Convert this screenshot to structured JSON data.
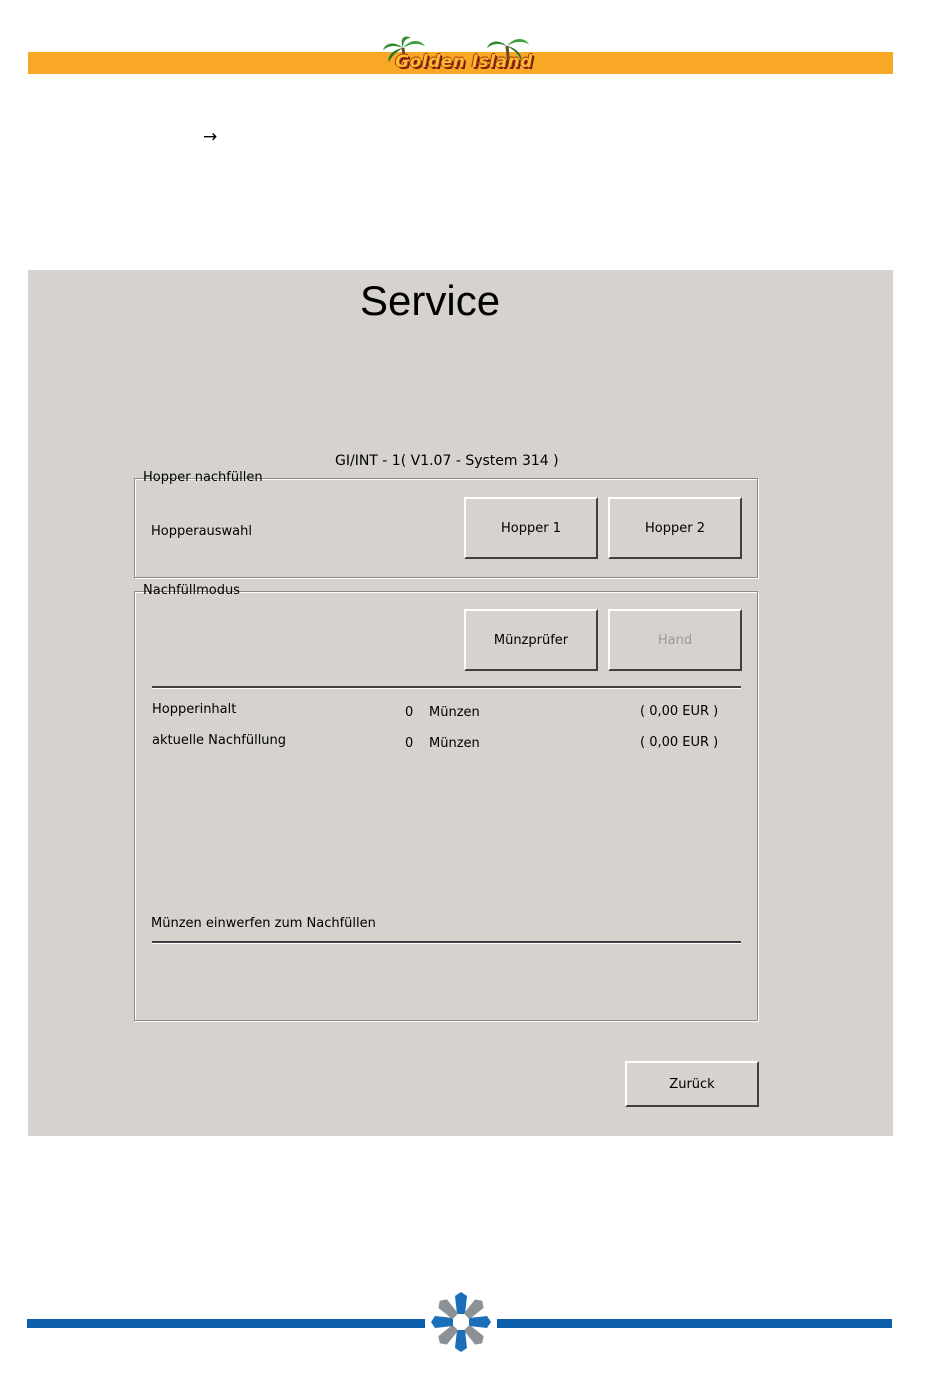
{
  "colors": {
    "header_bar": "#f9a825",
    "panel_bg": "#d6d3ce",
    "footer_bar": "#0b5fab",
    "logo_star_blue": "#1a6fb8",
    "logo_star_gray": "#8c9196"
  },
  "header": {
    "logo_text": "Golden Island",
    "arrow_icon": "arrow-right-icon",
    "arrow_glyph": "→"
  },
  "screen": {
    "title": "Service",
    "version": "GI/INT - 1( V1.07 - System 314 )",
    "hopper_group": {
      "legend": "Hopper nachfüllen",
      "selection_label": "Hopperauswahl",
      "buttons": [
        {
          "label": "Hopper 1",
          "state": "selected"
        },
        {
          "label": "Hopper 2",
          "state": "normal"
        }
      ]
    },
    "mode_group": {
      "legend": "Nachfüllmodus",
      "buttons": [
        {
          "label": "Münzprüfer",
          "state": "selected"
        },
        {
          "label": "Hand",
          "state": "disabled"
        }
      ],
      "rows": [
        {
          "label": "Hopperinhalt",
          "count": "0",
          "unit": "Münzen",
          "amount": "( 0,00 EUR )"
        },
        {
          "label": "aktuelle Nachfüllung",
          "count": "0",
          "unit": "Münzen",
          "amount": "( 0,00 EUR )"
        }
      ],
      "instruction": "Münzen einwerfen zum Nachfüllen"
    },
    "back_button": "Zurück"
  }
}
